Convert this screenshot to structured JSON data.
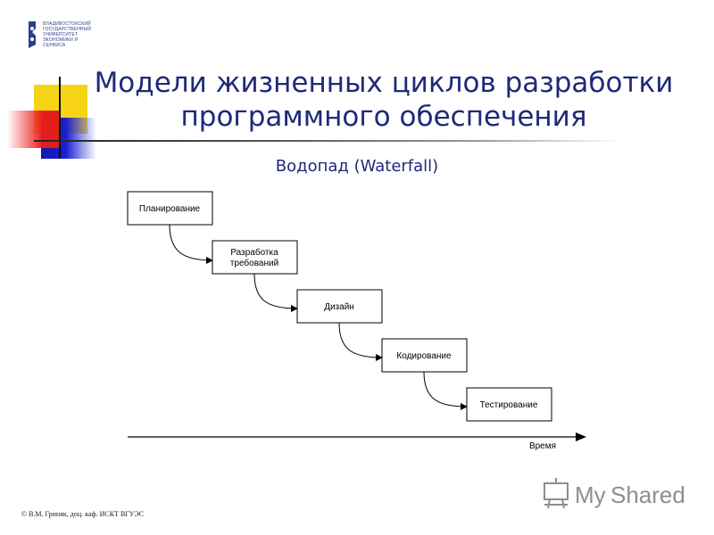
{
  "logo": {
    "lines": [
      "Владивостокский",
      "государственный",
      "университет",
      "экономики и",
      "сервиса"
    ]
  },
  "title": {
    "line1": "Модели жизненных циклов разработки",
    "line2": "программного обеспечения"
  },
  "subtitle": "Водопад (Waterfall)",
  "diagram": {
    "stages": [
      {
        "lines": [
          "Планирование"
        ]
      },
      {
        "lines": [
          "Разработка",
          "требований"
        ]
      },
      {
        "lines": [
          "Дизайн"
        ]
      },
      {
        "lines": [
          "Кодирование"
        ]
      },
      {
        "lines": [
          "Тестирование"
        ]
      }
    ],
    "time_axis_label": "Время"
  },
  "footer": "© В.М. Гриняк, доц. каф. ИСКТ ВГУЭС",
  "watermark": {
    "text_my": "My",
    "text_shared": "Shared"
  },
  "colors": {
    "title": "#1e2a78",
    "yellow": "#f7d416",
    "blue": "#1418a8",
    "red": "#e61c1c"
  }
}
